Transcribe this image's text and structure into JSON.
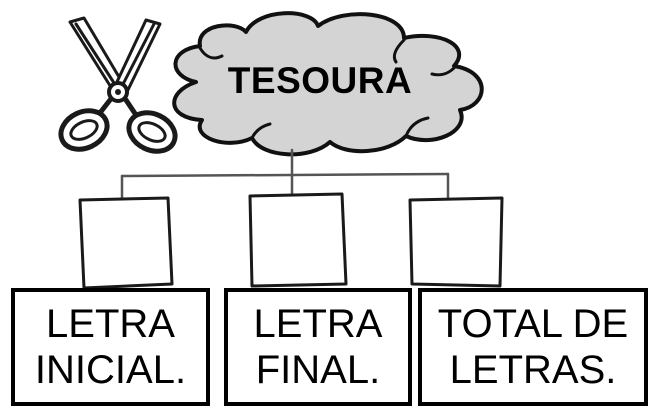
{
  "central_concept": "TESOURA",
  "icon": "scissors-icon",
  "branches": [
    {
      "line1": "LETRA",
      "line2": "INICIAL."
    },
    {
      "line1": "LETRA",
      "line2": "FINAL."
    },
    {
      "line1": "TOTAL DE",
      "line2": "LETRAS."
    }
  ]
}
